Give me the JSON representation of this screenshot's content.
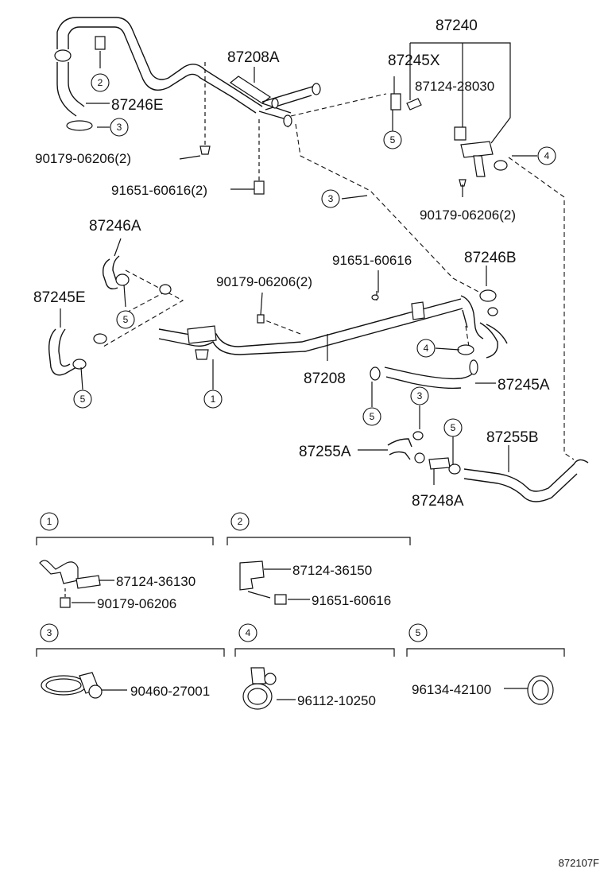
{
  "main_parts": {
    "p87240": "87240",
    "p87208A": "87208A",
    "p87245X": "87245X",
    "p87124_28030": "87124-28030",
    "p87246E": "87246E",
    "p90179_06206_2_a": "90179-06206(2)",
    "p91651_60616_2": "91651-60616(2)",
    "p90179_06206_2_b": "90179-06206(2)",
    "p87246A": "87246A",
    "p91651_60616": "91651-60616",
    "p87246B": "87246B",
    "p90179_06206_2_c": "90179-06206(2)",
    "p87245E": "87245E",
    "p87208": "87208",
    "p87245A": "87245A",
    "p87255A": "87255A",
    "p87255B": "87255B",
    "p87248A": "87248A"
  },
  "callouts": {
    "c1": "1",
    "c2": "2",
    "c3": "3",
    "c4": "4",
    "c5": "5"
  },
  "legend": {
    "g1": {
      "num": "1",
      "parts": [
        "87124-36130",
        "90179-06206"
      ]
    },
    "g2": {
      "num": "2",
      "parts": [
        "87124-36150",
        "91651-60616"
      ]
    },
    "g3": {
      "num": "3",
      "parts": [
        "90460-27001"
      ]
    },
    "g4": {
      "num": "4",
      "parts": [
        "96112-10250"
      ]
    },
    "g5": {
      "num": "5",
      "parts": [
        "96134-42100"
      ]
    }
  },
  "diagram_code": "872107F"
}
